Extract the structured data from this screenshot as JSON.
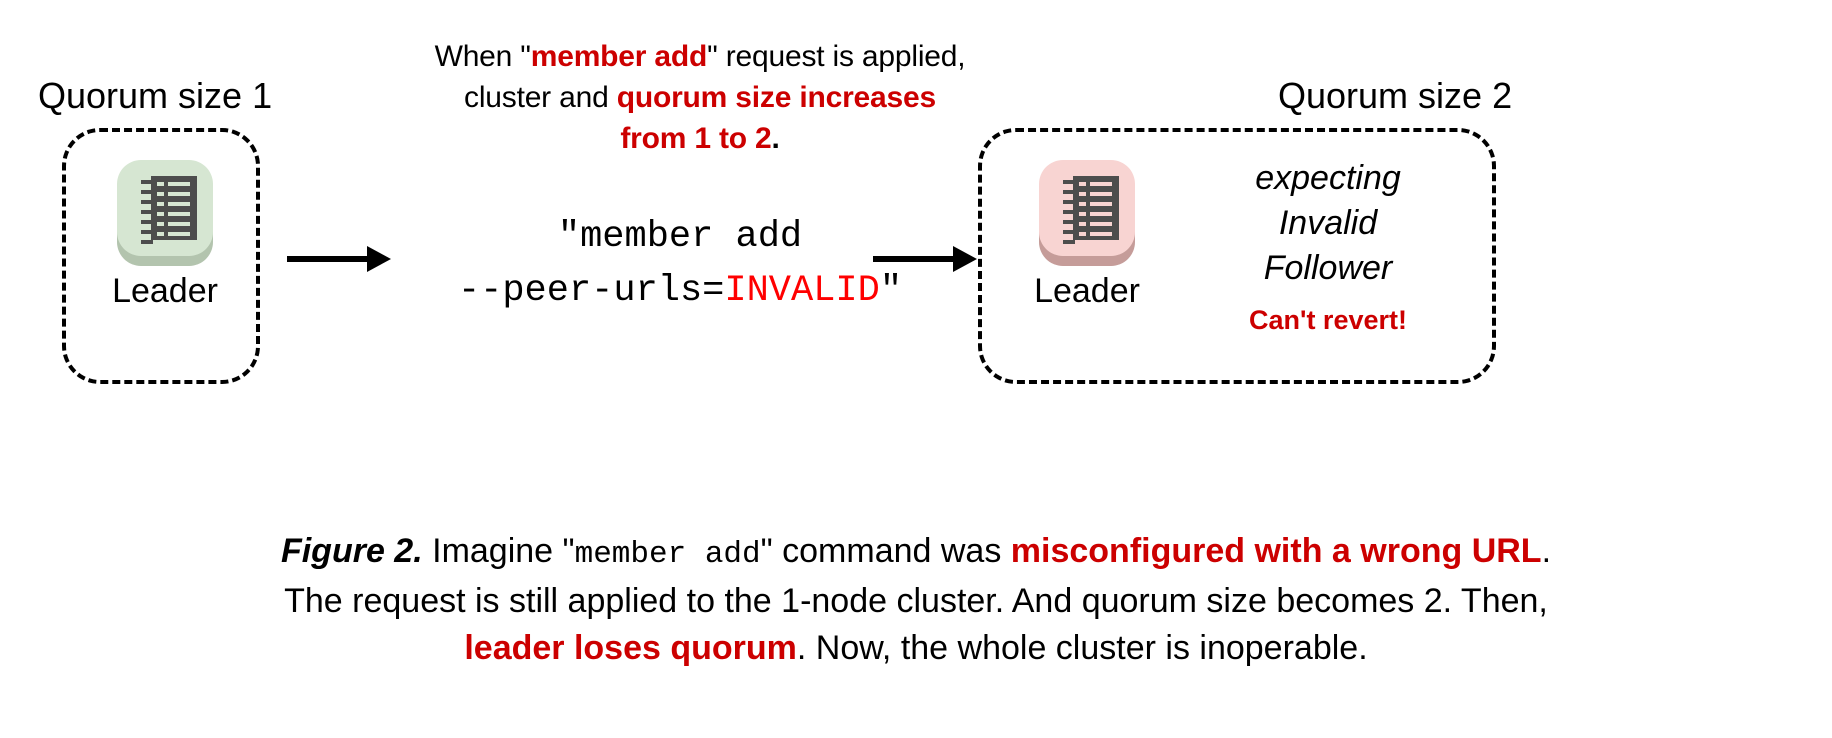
{
  "figure": {
    "top_note": {
      "segments": [
        {
          "text": "When \"",
          "style": "plain"
        },
        {
          "text": "member add",
          "style": "bold-red"
        },
        {
          "text": "\" request is applied,",
          "style": "plain"
        },
        {
          "text": "\n",
          "style": "break"
        },
        {
          "text": "cluster and ",
          "style": "plain"
        },
        {
          "text": "quorum size increases",
          "style": "bold-red"
        },
        {
          "text": "\n",
          "style": "break"
        },
        {
          "text": "from 1 to 2",
          "style": "bold-red"
        },
        {
          "text": ".",
          "style": "plain"
        }
      ],
      "line1_pre": "When \"",
      "line1_red": "member add",
      "line1_post": "\" request is applied,",
      "line2_pre": "cluster and ",
      "line2_red": "quorum size increases",
      "line3_red": "from 1 to 2",
      "line3_post": "."
    },
    "left_cluster": {
      "title": "Quorum size 1",
      "node_label": "Leader",
      "icon_name": "server-rack-icon",
      "tile_color": "#d6e6d2",
      "shadow_color": "#b3c4ae"
    },
    "right_cluster": {
      "title": "Quorum size 2",
      "node_label": "Leader",
      "icon_name": "server-rack-icon",
      "tile_color": "#f8d4d2",
      "shadow_color": "#c59c99",
      "status_lines": [
        "expecting",
        "Invalid",
        "Follower"
      ],
      "warning": "Can't revert!"
    },
    "command": {
      "line1": "\"member add",
      "line2_pre": "--peer-urls=",
      "line2_invalid": "INVALID",
      "line2_post": "\""
    },
    "arrows": [
      {
        "name": "arrow-left-to-command",
        "direction": "right"
      },
      {
        "name": "arrow-command-to-right",
        "direction": "right"
      }
    ],
    "caption": {
      "label": "Figure 2.",
      "seg1": " Imagine \"",
      "seg_mono": "member add",
      "seg2": "\" command was ",
      "seg_red1": "misconfigured with a wrong URL",
      "seg3": ".",
      "seg4": "The request is still applied to the 1-node cluster. And quorum size becomes 2. Then,",
      "seg_red2": "leader loses quorum",
      "seg5": ". Now, the whole cluster is inoperable."
    },
    "colors": {
      "accent_red": "#cc0000",
      "invalid_red": "#ff0000",
      "ink": "#000000",
      "background": "#ffffff",
      "icon_body": "#4d4d4d"
    }
  }
}
